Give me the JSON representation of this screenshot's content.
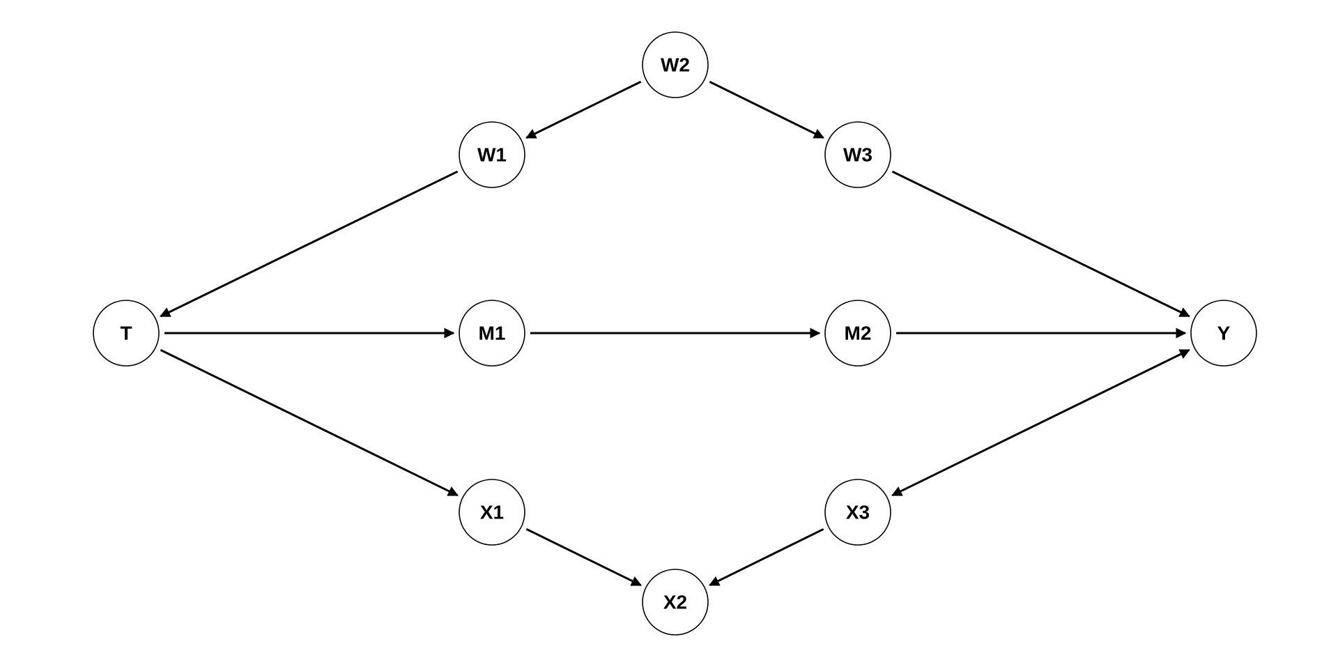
{
  "diagram": {
    "type": "directed-graph",
    "nodes": [
      {
        "id": "W2",
        "label": "W2"
      },
      {
        "id": "W1",
        "label": "W1"
      },
      {
        "id": "W3",
        "label": "W3"
      },
      {
        "id": "T",
        "label": "T"
      },
      {
        "id": "M1",
        "label": "M1"
      },
      {
        "id": "M2",
        "label": "M2"
      },
      {
        "id": "Y",
        "label": "Y"
      },
      {
        "id": "X1",
        "label": "X1"
      },
      {
        "id": "X3",
        "label": "X3"
      },
      {
        "id": "X2",
        "label": "X2"
      }
    ],
    "edges": [
      {
        "from": "W2",
        "to": "W1",
        "arrow": "end"
      },
      {
        "from": "W2",
        "to": "W3",
        "arrow": "end"
      },
      {
        "from": "W1",
        "to": "T",
        "arrow": "end"
      },
      {
        "from": "W3",
        "to": "Y",
        "arrow": "end"
      },
      {
        "from": "T",
        "to": "M1",
        "arrow": "end"
      },
      {
        "from": "M1",
        "to": "M2",
        "arrow": "end"
      },
      {
        "from": "M2",
        "to": "Y",
        "arrow": "end"
      },
      {
        "from": "T",
        "to": "X1",
        "arrow": "end"
      },
      {
        "from": "Y",
        "to": "X3",
        "arrow": "both"
      },
      {
        "from": "X1",
        "to": "X2",
        "arrow": "end"
      },
      {
        "from": "X3",
        "to": "X2",
        "arrow": "end"
      }
    ],
    "colors": {
      "stroke": "#000000",
      "node_fill": "#ffffff",
      "background": "#ffffff"
    }
  }
}
